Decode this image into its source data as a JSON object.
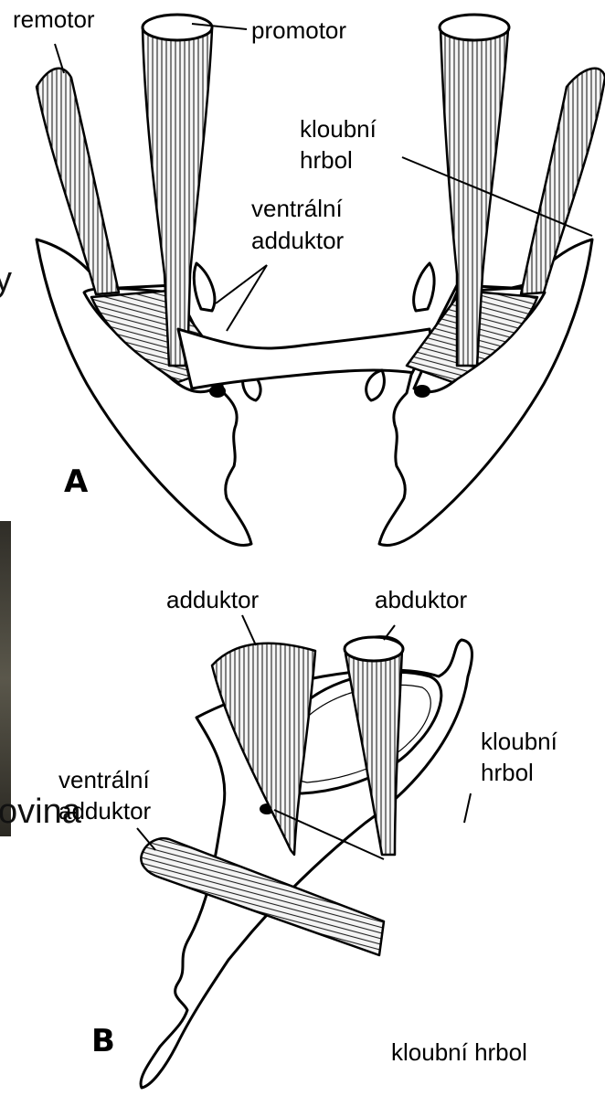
{
  "labels": {
    "remotor": "remotor",
    "promotor": "promotor",
    "kloubni_a_line1": "kloubní",
    "kloubni_a_line2": "hrbol",
    "ventralni_a_line1": "ventrální",
    "ventralni_a_line2": "adduktor",
    "adduktor_b": "adduktor",
    "abduktor_b": "abduktor",
    "kloubni_b_line1": "kloubní",
    "kloubni_b_line2": "hrbol",
    "ventralni_b_line1": "ventrální",
    "ventralni_b_line2": "adduktor",
    "kloubni_b_bottom": "kloubní hrbol"
  },
  "panels": {
    "a": "A",
    "b": "B"
  },
  "side_text": {
    "left_cut": "ovina",
    "left_edge": "y"
  },
  "colors": {
    "ink": "#000000",
    "paper": "#ffffff",
    "photo_strip": "#3c3a32"
  }
}
